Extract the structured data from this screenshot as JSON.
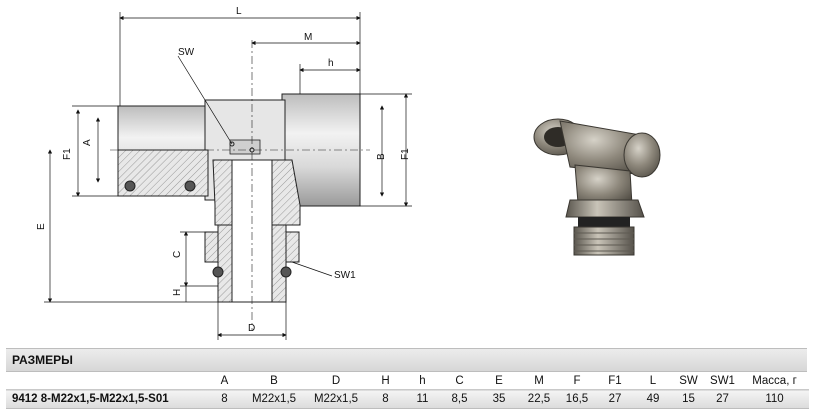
{
  "drawing": {
    "dim_L": "L",
    "dim_M": "M",
    "dim_h": "h",
    "dim_SW": "SW",
    "dim_SW1": "SW1",
    "dim_A": "A",
    "dim_B": "B",
    "dim_F1_left": "F1",
    "dim_F1_right": "F1",
    "dim_E": "E",
    "dim_C": "C",
    "dim_H": "H",
    "dim_D": "D"
  },
  "table": {
    "title": "РАЗМЕРЫ",
    "headers": [
      "",
      "A",
      "B",
      "D",
      "H",
      "h",
      "C",
      "E",
      "M",
      "F",
      "F1",
      "L",
      "SW",
      "SW1",
      "Масса, г"
    ],
    "rows": [
      [
        "9412 8-M22x1,5-M22x1,5-S01",
        "8",
        "M22x1,5",
        "M22x1,5",
        "8",
        "11",
        "8,5",
        "35",
        "22,5",
        "16,5",
        "27",
        "49",
        "15",
        "27",
        "110"
      ]
    ]
  }
}
